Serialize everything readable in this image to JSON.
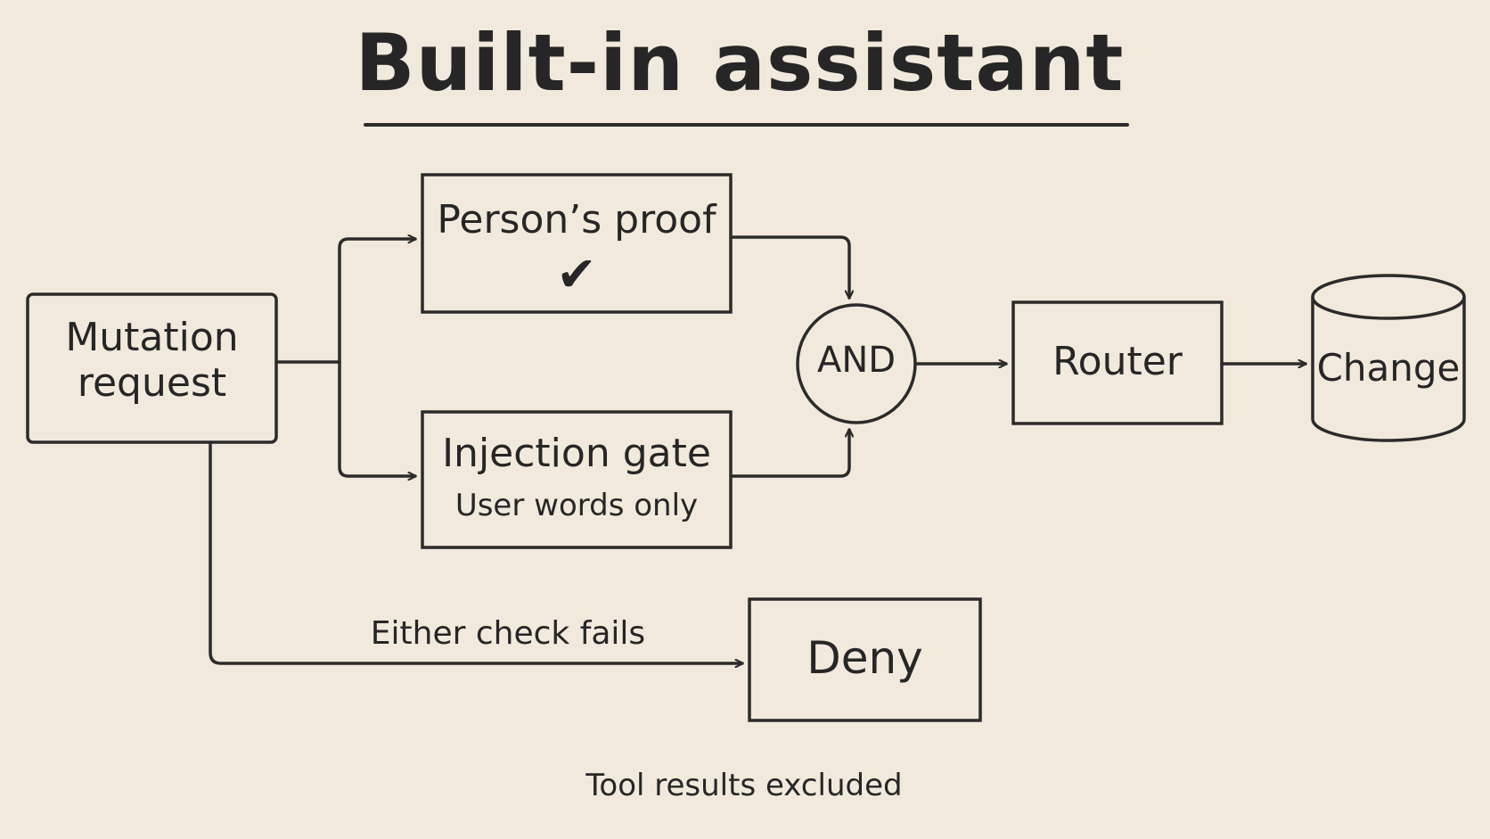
{
  "title": "Built-in assistant",
  "nodes": {
    "mutation_request": {
      "line1": "Mutation",
      "line2": "request"
    },
    "persons_proof": {
      "label": "Person’s proof",
      "mark": "✔"
    },
    "injection_gate": {
      "label": "Injection gate",
      "sublabel": "User words only"
    },
    "and_gate": {
      "label": "AND"
    },
    "router": {
      "label": "Router"
    },
    "change": {
      "label": "Change"
    },
    "deny": {
      "label": "Deny"
    }
  },
  "edges": {
    "deny_label": "Either check fails"
  },
  "footnote": "Tool results excluded",
  "colors": {
    "background": "#f1eadc",
    "ink": "#2b2b2b"
  }
}
